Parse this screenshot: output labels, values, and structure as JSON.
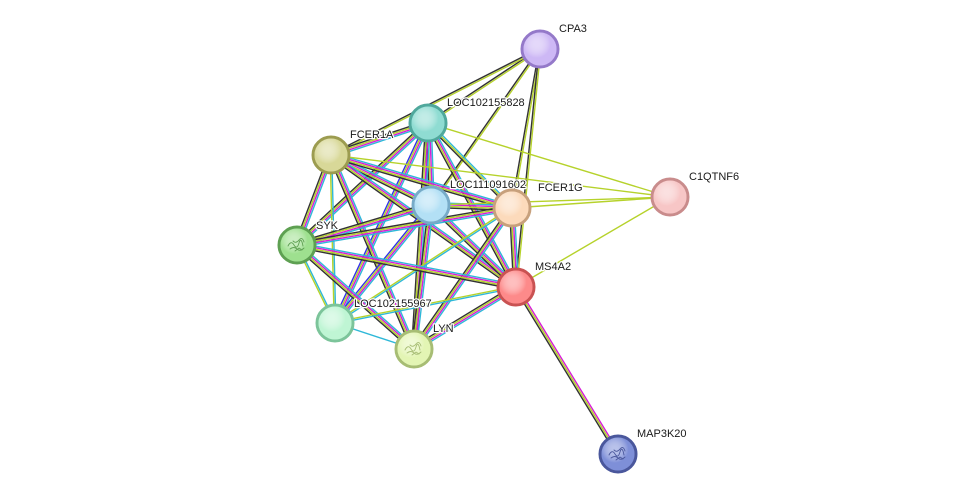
{
  "network": {
    "evidence_colors": {
      "database": "#2fb8d8",
      "experiments": "#d61ed6",
      "textmining": "#b6d22b",
      "coexpression": "#333333",
      "homology": "#3232e6",
      "cooccurrence": "#1a46e0",
      "neighborhood": "#2fc052"
    },
    "nodes": [
      {
        "id": "CPA3",
        "label": "CPA3",
        "fill": "#cdb8f5",
        "stroke": "#9479c9",
        "structure": false
      },
      {
        "id": "LOC102155828",
        "label": "LOC102155828",
        "fill": "#8fdcd2",
        "stroke": "#4fa89c",
        "structure": false
      },
      {
        "id": "FCER1A",
        "label": "FCER1A",
        "fill": "#d8d898",
        "stroke": "#9c9c50",
        "structure": false
      },
      {
        "id": "LOC111091602",
        "label": "LOC111091602",
        "fill": "#b3e0f5",
        "stroke": "#77abc8",
        "structure": false
      },
      {
        "id": "FCER1G",
        "label": "FCER1G",
        "fill": "#fcdabb",
        "stroke": "#c7a07c",
        "structure": false
      },
      {
        "id": "C1QTNF6",
        "label": "C1QTNF6",
        "fill": "#f7c6c6",
        "stroke": "#c98c8c",
        "structure": false
      },
      {
        "id": "SYK",
        "label": "SYK",
        "fill": "#9ee08f",
        "stroke": "#5ea052",
        "structure": true
      },
      {
        "id": "MS4A2",
        "label": "MS4A2",
        "fill": "#fd8a8a",
        "stroke": "#c95252",
        "structure": false
      },
      {
        "id": "LOC102155967",
        "label": "LOC102155967",
        "fill": "#bff5d4",
        "stroke": "#7cc49a",
        "structure": false
      },
      {
        "id": "LYN",
        "label": "LYN",
        "fill": "#e3f5b4",
        "stroke": "#a7bd74",
        "structure": true
      },
      {
        "id": "MAP3K20",
        "label": "MAP3K20",
        "fill": "#7e8fd8",
        "stroke": "#4a579c",
        "structure": true
      }
    ],
    "edges": [
      {
        "source": "CPA3",
        "target": "LOC102155828",
        "evidence": [
          "textmining",
          "coexpression"
        ]
      },
      {
        "source": "CPA3",
        "target": "FCER1A",
        "evidence": [
          "textmining",
          "coexpression"
        ]
      },
      {
        "source": "CPA3",
        "target": "LOC111091602",
        "evidence": [
          "textmining",
          "coexpression"
        ]
      },
      {
        "source": "CPA3",
        "target": "FCER1G",
        "evidence": [
          "textmining",
          "coexpression"
        ]
      },
      {
        "source": "CPA3",
        "target": "MS4A2",
        "evidence": [
          "textmining",
          "coexpression"
        ]
      },
      {
        "source": "LOC102155828",
        "target": "FCER1A",
        "evidence": [
          "database",
          "experiments",
          "textmining",
          "coexpression"
        ]
      },
      {
        "source": "LOC102155828",
        "target": "LOC111091602",
        "evidence": [
          "database",
          "experiments",
          "textmining",
          "coexpression",
          "homology"
        ]
      },
      {
        "source": "LOC102155828",
        "target": "FCER1G",
        "evidence": [
          "database",
          "textmining",
          "coexpression"
        ]
      },
      {
        "source": "LOC102155828",
        "target": "SYK",
        "evidence": [
          "database",
          "experiments",
          "textmining",
          "coexpression"
        ]
      },
      {
        "source": "LOC102155828",
        "target": "MS4A2",
        "evidence": [
          "database",
          "experiments",
          "textmining",
          "coexpression"
        ]
      },
      {
        "source": "LOC102155828",
        "target": "LOC102155967",
        "evidence": [
          "database",
          "experiments",
          "textmining",
          "homology"
        ]
      },
      {
        "source": "LOC102155828",
        "target": "LYN",
        "evidence": [
          "database",
          "experiments",
          "textmining",
          "coexpression"
        ]
      },
      {
        "source": "LOC102155828",
        "target": "C1QTNF6",
        "evidence": [
          "textmining"
        ]
      },
      {
        "source": "FCER1A",
        "target": "LOC111091602",
        "evidence": [
          "database",
          "experiments",
          "textmining",
          "coexpression"
        ]
      },
      {
        "source": "FCER1A",
        "target": "FCER1G",
        "evidence": [
          "database",
          "experiments",
          "textmining",
          "coexpression"
        ]
      },
      {
        "source": "FCER1A",
        "target": "SYK",
        "evidence": [
          "database",
          "experiments",
          "textmining",
          "coexpression"
        ]
      },
      {
        "source": "FCER1A",
        "target": "MS4A2",
        "evidence": [
          "database",
          "experiments",
          "textmining",
          "coexpression"
        ]
      },
      {
        "source": "FCER1A",
        "target": "LOC102155967",
        "evidence": [
          "database",
          "textmining"
        ]
      },
      {
        "source": "FCER1A",
        "target": "LYN",
        "evidence": [
          "database",
          "experiments",
          "textmining",
          "coexpression"
        ]
      },
      {
        "source": "LOC111091602",
        "target": "FCER1G",
        "evidence": [
          "database",
          "experiments",
          "textmining",
          "coexpression"
        ]
      },
      {
        "source": "LOC111091602",
        "target": "SYK",
        "evidence": [
          "database",
          "experiments",
          "textmining",
          "coexpression"
        ]
      },
      {
        "source": "LOC111091602",
        "target": "MS4A2",
        "evidence": [
          "database",
          "experiments",
          "textmining",
          "coexpression"
        ]
      },
      {
        "source": "LOC111091602",
        "target": "LOC102155967",
        "evidence": [
          "database",
          "experiments",
          "textmining",
          "homology"
        ]
      },
      {
        "source": "LOC111091602",
        "target": "LYN",
        "evidence": [
          "database",
          "experiments",
          "textmining",
          "coexpression"
        ]
      },
      {
        "source": "LOC111091602",
        "target": "C1QTNF6",
        "evidence": [
          "textmining"
        ]
      },
      {
        "source": "FCER1G",
        "target": "SYK",
        "evidence": [
          "database",
          "experiments",
          "textmining",
          "coexpression"
        ]
      },
      {
        "source": "FCER1G",
        "target": "MS4A2",
        "evidence": [
          "database",
          "experiments",
          "textmining",
          "coexpression"
        ]
      },
      {
        "source": "FCER1G",
        "target": "LOC102155967",
        "evidence": [
          "database",
          "textmining"
        ]
      },
      {
        "source": "FCER1G",
        "target": "LYN",
        "evidence": [
          "database",
          "experiments",
          "textmining",
          "coexpression"
        ]
      },
      {
        "source": "FCER1G",
        "target": "C1QTNF6",
        "evidence": [
          "textmining"
        ]
      },
      {
        "source": "FCER1A",
        "target": "C1QTNF6",
        "evidence": [
          "textmining"
        ]
      },
      {
        "source": "SYK",
        "target": "MS4A2",
        "evidence": [
          "database",
          "experiments",
          "textmining",
          "coexpression"
        ]
      },
      {
        "source": "SYK",
        "target": "LOC102155967",
        "evidence": [
          "database",
          "textmining"
        ]
      },
      {
        "source": "SYK",
        "target": "LYN",
        "evidence": [
          "database",
          "experiments",
          "textmining",
          "coexpression"
        ]
      },
      {
        "source": "MS4A2",
        "target": "LOC102155967",
        "evidence": [
          "database",
          "textmining"
        ]
      },
      {
        "source": "MS4A2",
        "target": "LYN",
        "evidence": [
          "database",
          "experiments",
          "textmining",
          "coexpression"
        ]
      },
      {
        "source": "MS4A2",
        "target": "C1QTNF6",
        "evidence": [
          "textmining"
        ]
      },
      {
        "source": "MS4A2",
        "target": "MAP3K20",
        "evidence": [
          "experiments",
          "textmining",
          "coexpression"
        ]
      },
      {
        "source": "LOC102155967",
        "target": "LYN",
        "evidence": [
          "database"
        ]
      }
    ]
  }
}
